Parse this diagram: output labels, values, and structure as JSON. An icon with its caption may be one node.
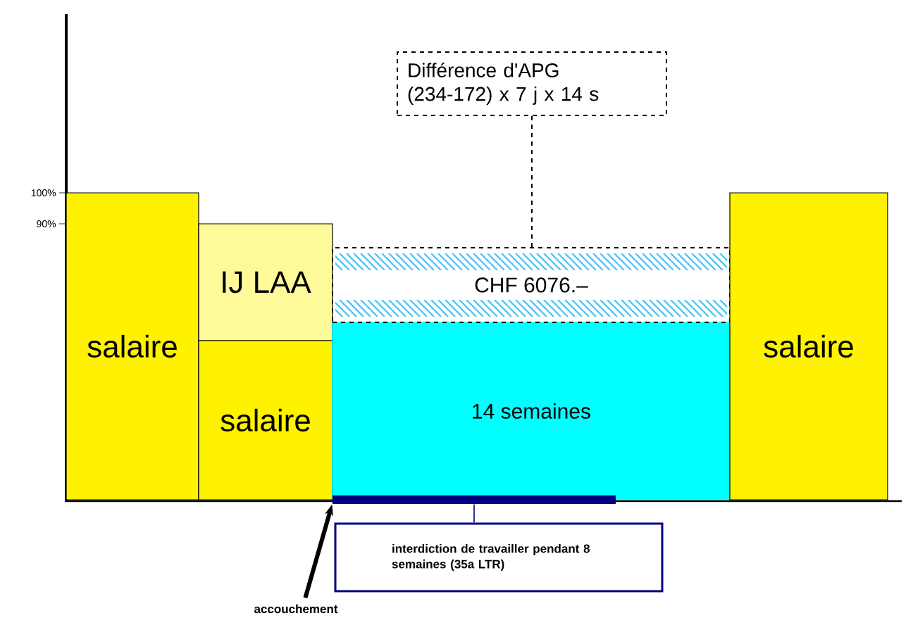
{
  "diagram": {
    "nodes": [
      {
        "text": [
          "salaire"
        ]
      },
      {
        "text": [
          "IJ LAA"
        ]
      },
      {
        "text": [
          "salaire"
        ]
      },
      {
        "text": [
          "14 semaines"
        ]
      },
      {
        "text": [
          "CHF 6076.–"
        ]
      },
      {
        "text": [
          "Différence d'APG",
          "(234-172) x 7 j x 14 s"
        ]
      },
      {
        "text": [
          "salaire"
        ]
      },
      {
        "text": [
          "interdiction de travailler pendant 8 semaines (35a LTR)"
        ]
      },
      {
        "text": [
          "accouchement"
        ]
      },
      {
        "text": [],
        "shape": "bar"
      }
    ],
    "edges": [
      {
        "from": 5,
        "to": 4,
        "arrow": "none",
        "style": "dashed"
      },
      {
        "from": 7,
        "to": 9,
        "arrow": "none",
        "color": "#333399"
      },
      {
        "from": 8,
        "to": 9,
        "arrow": "to",
        "style": "thick"
      }
    ],
    "labels": [
      "100%",
      "90%"
    ]
  }
}
